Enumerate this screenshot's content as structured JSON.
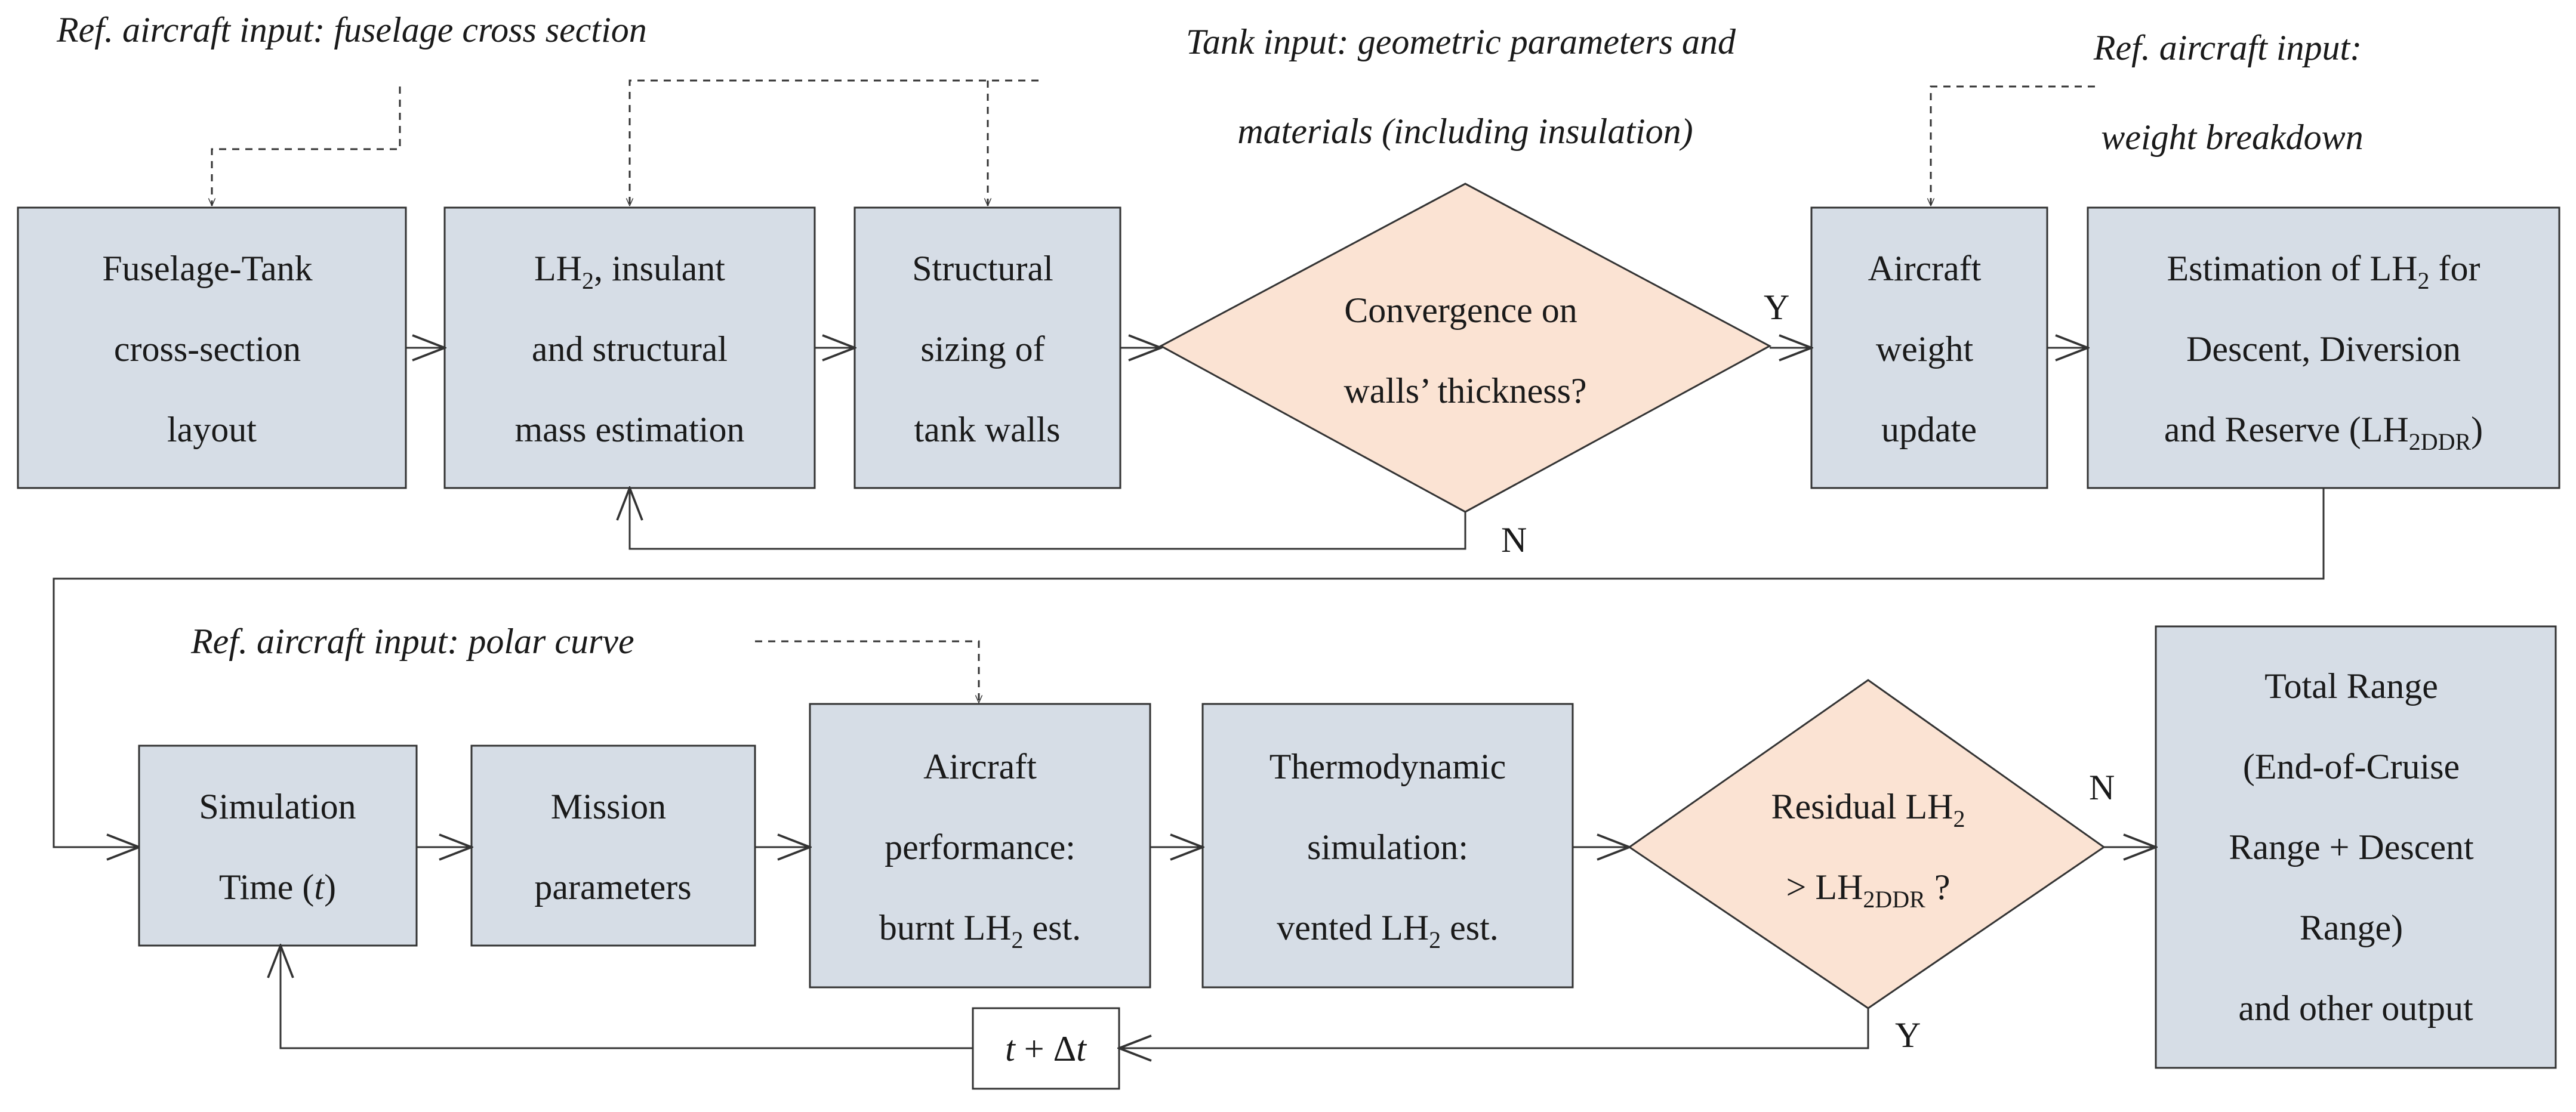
{
  "colors": {
    "process_fill": "#d6dde6",
    "decision_fill": "#fbe3d3",
    "stroke": "#333333",
    "background": "#ffffff"
  },
  "inputs": {
    "fuselage": "Ref. aircraft input: fuselage cross section",
    "tank": [
      "Tank input: geometric parameters and",
      "materials (including insulation)"
    ],
    "weight": [
      "Ref. aircraft input:",
      "weight breakdown"
    ],
    "polar": "Ref. aircraft input: polar curve"
  },
  "nodes": {
    "fuselage_tank": [
      "Fuselage-Tank",
      "cross-section",
      "layout"
    ],
    "mass_estimation": {
      "line1": {
        "pre": "LH",
        "sub": "2",
        "post": ", insulant"
      },
      "line2": "and structural",
      "line3": "mass estimation"
    },
    "structural_sizing": [
      "Structural",
      "sizing of",
      "tank walls"
    ],
    "convergence": [
      "Convergence on",
      "walls’ thickness?"
    ],
    "weight_update": [
      "Aircraft",
      "weight",
      "update"
    ],
    "lh2_estimation": {
      "line1": {
        "pre": "Estimation of LH",
        "sub": "2",
        "post": " for"
      },
      "line2": "Descent, Diversion",
      "line3": {
        "pre": "and Reserve (LH",
        "sub": "2DDR",
        "post": ")"
      }
    },
    "simulation_time": {
      "line1": "Simulation",
      "line2_pre": "Time (",
      "line2_var": "t",
      "line2_post": ")"
    },
    "mission_params": [
      "Mission",
      "parameters"
    ],
    "aircraft_perf": {
      "line1": "Aircraft",
      "line2": "performance:",
      "line3": {
        "pre": "burnt LH",
        "sub": "2",
        "post": " est."
      }
    },
    "thermo_sim": {
      "line1": "Thermodynamic",
      "line2": "simulation:",
      "line3": {
        "pre": "vented LH",
        "sub": "2",
        "post": " est."
      }
    },
    "residual": {
      "line1": {
        "pre": "Residual LH",
        "sub": "2",
        "post": ""
      },
      "line2": {
        "pre": "> LH",
        "sub": "2DDR",
        "post": " ?"
      }
    },
    "total_range": [
      "Total Range",
      "(End-of-Cruise",
      "Range + Descent",
      "Range)",
      "and other output"
    ],
    "time_step": {
      "var1": "t",
      "op": " + Δ",
      "var2": "t"
    }
  },
  "edge_labels": {
    "convergence_yes": "Y",
    "convergence_no": "N",
    "residual_no": "N",
    "residual_yes": "Y"
  }
}
